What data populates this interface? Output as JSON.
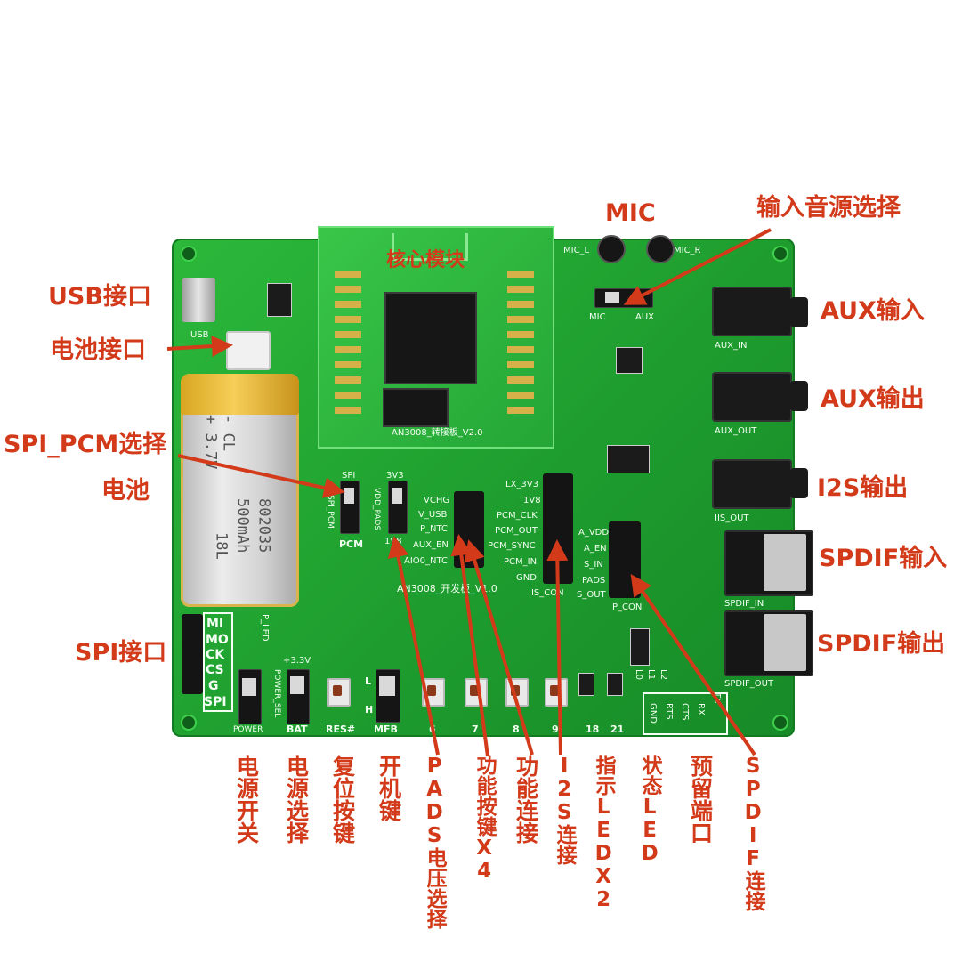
{
  "callouts": {
    "mic": "MIC",
    "input_source": "输入音源选择",
    "usb": "USB接口",
    "battery_port": "电池接口",
    "spi_pcm": "SPI_PCM选择",
    "battery": "电池",
    "core_module": "核心模块",
    "aux_in": "AUX输入",
    "aux_out": "AUX输出",
    "i2s_out": "I2S输出",
    "spdif_in": "SPDIF输入",
    "spdif_out": "SPDIF输出",
    "spi_port": "SPI接口"
  },
  "bottom_labels": [
    "电源开关",
    "电源选择",
    "复位按键",
    "开机键",
    "PADS电压选择",
    "功能按键X4",
    "功能连接",
    "I2S连接",
    "指示LEDX2",
    "状态LED",
    "预留端口",
    "SPDIF连接"
  ],
  "silkscreen": {
    "module_name": "AN3008_转接板_V2.0",
    "board_name": "AN3008_开发板_V1.0",
    "usb": "USB",
    "mic_l": "MIC_L",
    "mic_r": "MIC_R",
    "mic_sel": "MIC",
    "aux_sel": "AUX",
    "aux_in": "AUX_IN",
    "aux_out": "AUX_OUT",
    "iis_out": "IIS_OUT",
    "spdif_in": "SPDIF_IN",
    "spdif_out": "SPDIF_OUT",
    "spi": "SPI",
    "spi_pcm": "SPI_PCM",
    "pcm": "PCM",
    "v3v3": "3V3",
    "vdd_pads": "VDD_PADS",
    "v1v8": "1V8",
    "func_pins": [
      "VCHG",
      "V_USB",
      "P_NTC",
      "AUX_EN",
      "AIO0_NTC"
    ],
    "i2s_pins": [
      "LX_3V3",
      "1V8",
      "PCM_CLK",
      "PCM_OUT",
      "PCM_SYNC",
      "PCM_IN",
      "GND"
    ],
    "iis_con": "IIS_CON",
    "p_pins": [
      "A_VDD",
      "A_EN",
      "S_IN",
      "PADS",
      "S_OUT"
    ],
    "p_con": "P_CON",
    "spi_pins": [
      "MI",
      "MO",
      "CK",
      "CS",
      "G",
      "SPI"
    ],
    "p_led": "P_LED",
    "power": "POWER",
    "power_sel": "POWER_SEL",
    "v3v3b": "+3.3V",
    "bat": "BAT",
    "res": "RES#",
    "mfb": "MFB",
    "l": "L",
    "h": "H",
    "keys": [
      "6",
      "7",
      "8",
      "9"
    ],
    "leds": [
      "18",
      "21"
    ],
    "led_labels": [
      "L1",
      "L2",
      "L0"
    ],
    "reserved": [
      "GND",
      "RTS",
      "CTS",
      "RX",
      "TX"
    ]
  },
  "battery_text": {
    "line1": "- CL",
    "line2": "+ 3.7V",
    "line3": "802035",
    "line4": "500mAh",
    "line5": "18L"
  },
  "colors": {
    "callout": "#d23a1a",
    "pcb": "#1e9d2e",
    "background": "#ffffff"
  }
}
